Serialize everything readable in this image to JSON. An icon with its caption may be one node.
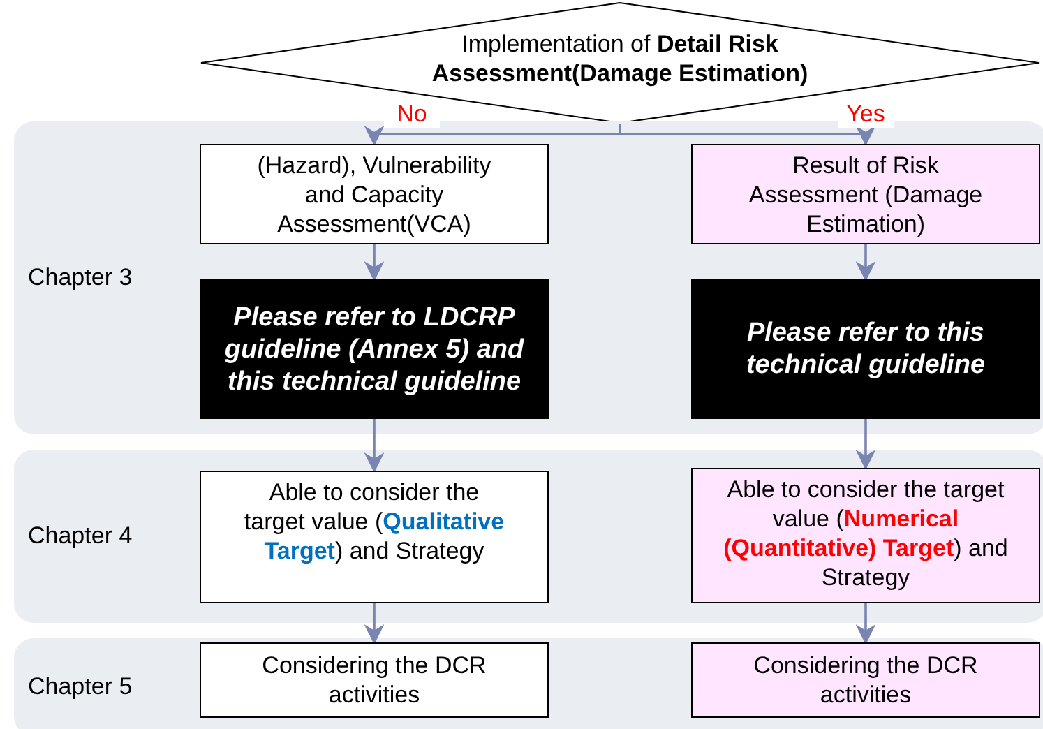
{
  "diagram": {
    "nodes": [
      {
        "text": [
          "Implementation of **Detail Risk Assessment(Damage Estimation)**"
        ]
      },
      {
        "text": [
          "Chapter 3"
        ]
      },
      {
        "text": [
          "(Hazard), Vulnerability and Capacity Assessment(VCA)"
        ],
        "in": 1
      },
      {
        "text": [
          "Result of Risk Assessment (Damage Estimation)"
        ],
        "in": 1
      },
      {
        "text": [
          "Please refer to LDCRP guideline (Annex 5) and this technical guideline"
        ],
        "in": 1
      },
      {
        "text": [
          "Please refer to this technical guideline"
        ],
        "in": 1
      },
      {
        "text": [
          "Chapter 4"
        ]
      },
      {
        "text": [
          "Able to consider the target value (**Qualitative Target**) and Strategy"
        ],
        "in": 6
      },
      {
        "text": [
          "Able to consider the target value (**Numerical (Quantitative) Target**) and Strategy"
        ],
        "in": 6
      },
      {
        "text": [
          "Chapter 5"
        ]
      },
      {
        "text": [
          "Considering the DCR activities"
        ],
        "in": 9
      },
      {
        "text": [
          "Considering the DCR activities"
        ],
        "in": 9
      }
    ],
    "edges": [
      {
        "from": 0,
        "to": 2,
        "arrow": "to",
        "label": "No"
      },
      {
        "from": 0,
        "to": 3,
        "arrow": "to",
        "label": "Yes"
      },
      {
        "from": 2,
        "to": 4,
        "arrow": "to"
      },
      {
        "from": 3,
        "to": 5,
        "arrow": "to"
      },
      {
        "from": 4,
        "to": 7,
        "arrow": "to"
      },
      {
        "from": 5,
        "to": 8,
        "arrow": "to"
      },
      {
        "from": 7,
        "to": 10,
        "arrow": "to"
      },
      {
        "from": 8,
        "to": 11,
        "arrow": "to"
      }
    ]
  }
}
